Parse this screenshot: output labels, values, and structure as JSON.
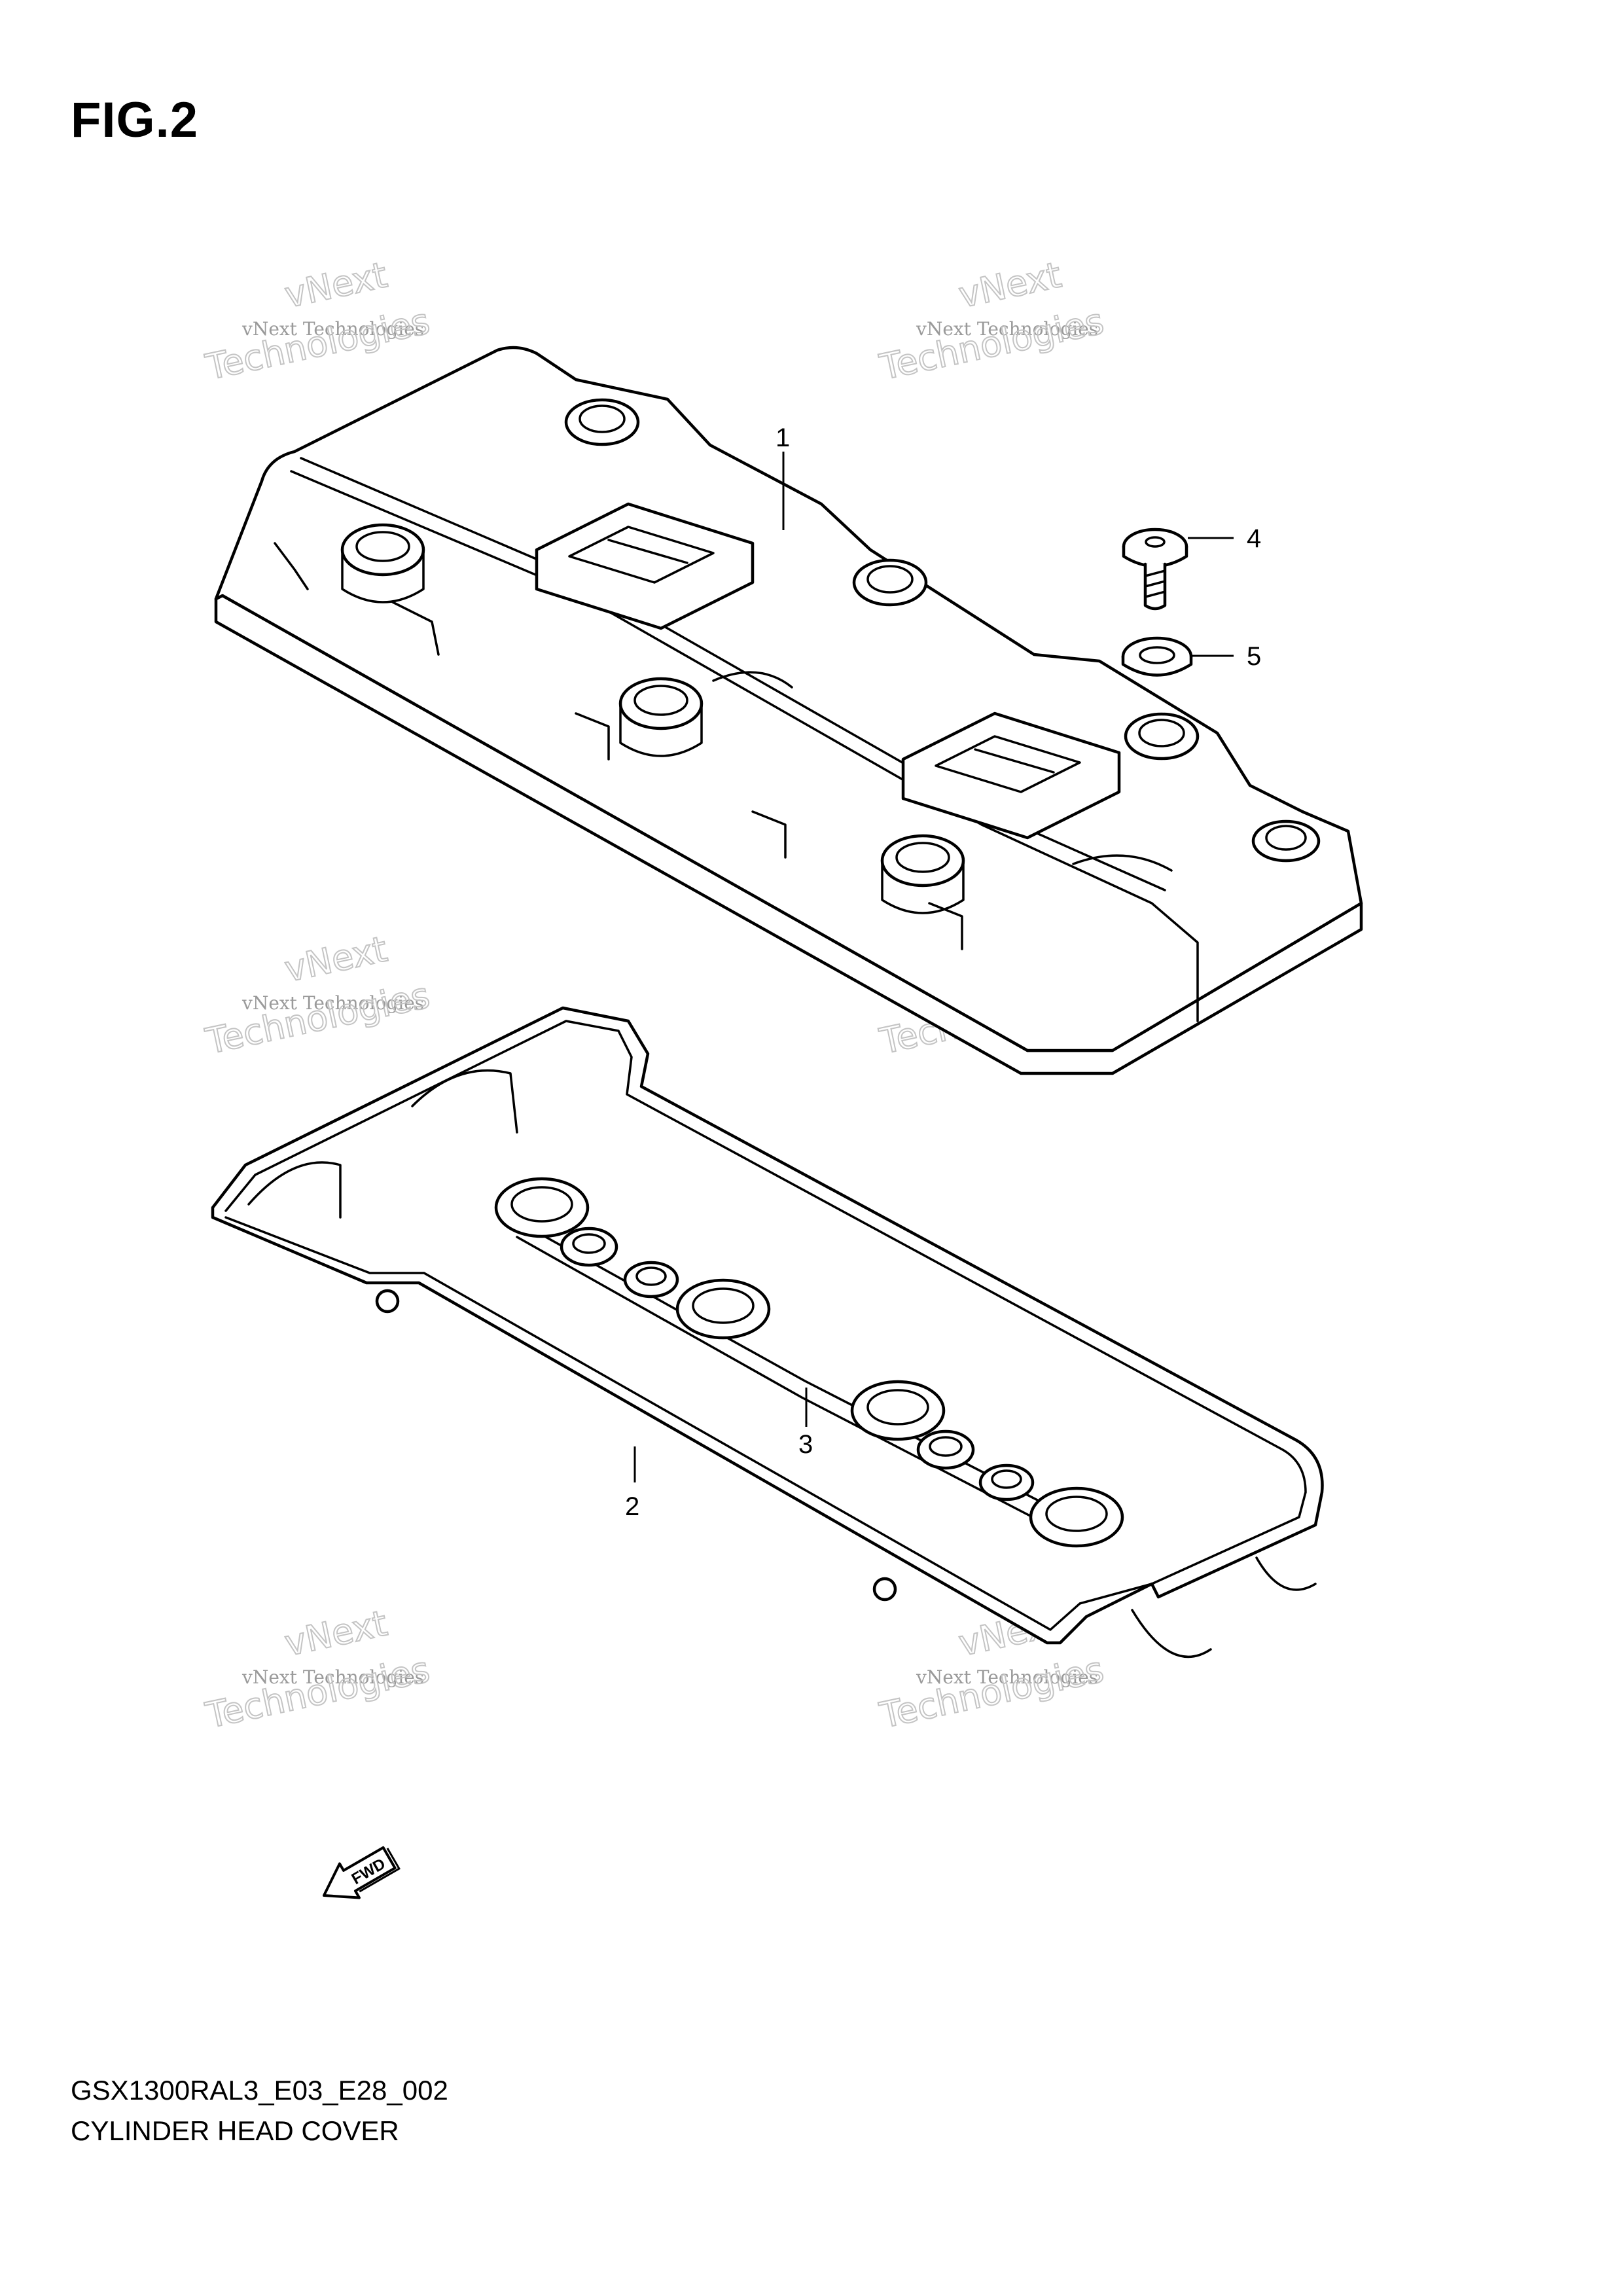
{
  "figure": {
    "title": "FIG.2"
  },
  "callouts": [
    {
      "id": "1",
      "label": "1"
    },
    {
      "id": "2",
      "label": "2"
    },
    {
      "id": "3",
      "label": "3"
    },
    {
      "id": "4",
      "label": "4"
    },
    {
      "id": "5",
      "label": "5"
    }
  ],
  "watermark": {
    "line1": "vNext Technologies",
    "line2": "vNext",
    "line3": "Technologies"
  },
  "direction_marker": {
    "label": "FWD",
    "icon": "fwd-arrow-icon"
  },
  "caption": {
    "code": "GSX1300RAL3_E03_E28_002",
    "name": "CYLINDER HEAD COVER"
  },
  "colors": {
    "line": "#000000",
    "watermark": "#9a9a9a",
    "background": "#ffffff"
  }
}
